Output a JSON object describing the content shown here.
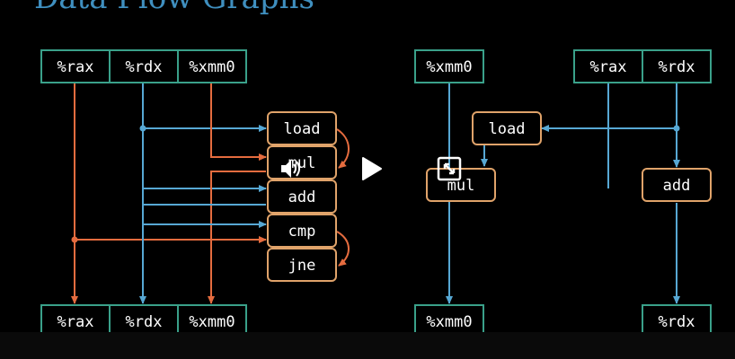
{
  "title": "Data Flow Graphs",
  "colors": {
    "reg_border": "#3aa18a",
    "instr_border": "#e0a36a",
    "dep_blue": "#57a8d4",
    "dep_orange": "#e56c3f"
  },
  "left": {
    "top_regs": [
      "%rax",
      "%rdx",
      "%xmm0"
    ],
    "instructions": [
      "load",
      "mul",
      "add",
      "cmp",
      "jne"
    ],
    "bottom_regs": [
      "%rax",
      "%rdx",
      "%xmm0"
    ]
  },
  "right": {
    "top_regs": [
      "%xmm0",
      "%rax",
      "%rdx"
    ],
    "instructions": [
      "load",
      "mul",
      "add"
    ],
    "bottom_regs": [
      "%xmm0",
      "%rdx"
    ]
  },
  "video": {
    "sound_icon": "speaker-icon",
    "play_icon": "play-icon",
    "expand_icon": "expand-icon"
  }
}
